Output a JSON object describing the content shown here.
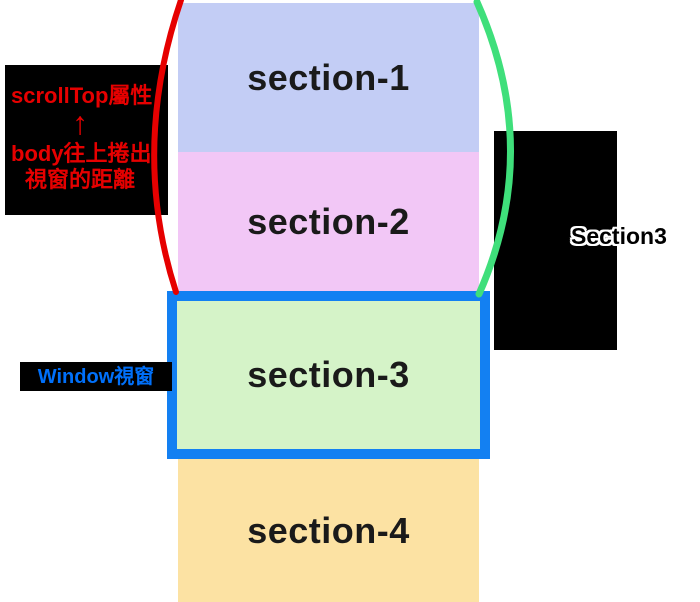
{
  "colors": {
    "red": "#e60000",
    "green": "#3fdf7b",
    "window_border_blue": "#1380f2",
    "window_text_blue": "#0070fa",
    "section1_bg": "#c3cdf5",
    "section2_bg": "#f2c7f6",
    "section3_bg": "#d5f3c8",
    "section4_bg": "#fce2a3",
    "section_text": "#1a1a1a"
  },
  "scrolltop_callout": {
    "title": "scrollTop屬性",
    "arrow": "↑",
    "desc_line1": "body往上捲出",
    "desc_line2": "視窗的距離"
  },
  "window_label": "Window視窗",
  "section_position_label": "Section3",
  "sections": [
    {
      "label": "section-1"
    },
    {
      "label": "section-2"
    },
    {
      "label": "section-3"
    },
    {
      "label": "section-4"
    }
  ]
}
